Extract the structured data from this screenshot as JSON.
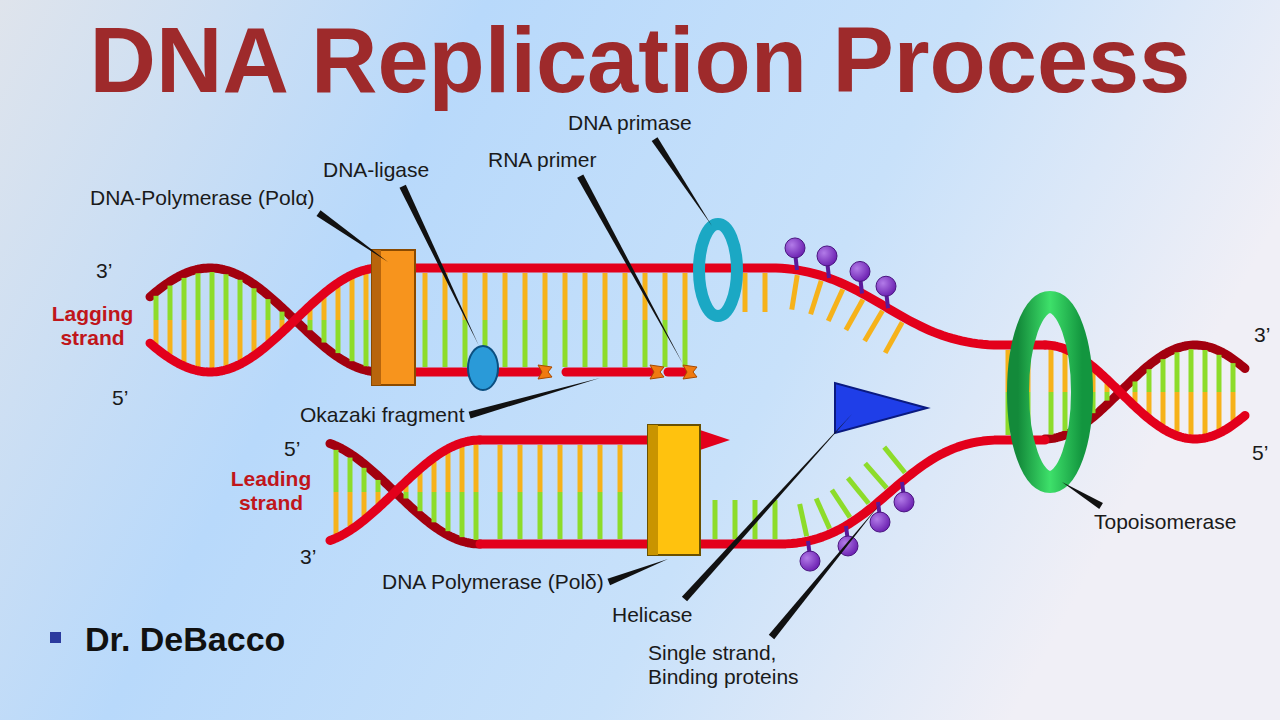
{
  "diagram": {
    "title": "DNA Replication Process",
    "labels": [
      "DNA primase",
      "RNA primer",
      "DNA-ligase",
      "DNA-Polymerase (Polα)",
      "3’",
      "Lagging strand",
      "5’",
      "3’",
      "Okazaki fragment",
      "5’",
      "5’",
      "Leading strand",
      "3’",
      "Topoisomerase",
      "DNA Polymerase (Polδ)",
      "Helicase",
      "Single strand, Binding proteins",
      "Dr. DeBacco"
    ]
  }
}
